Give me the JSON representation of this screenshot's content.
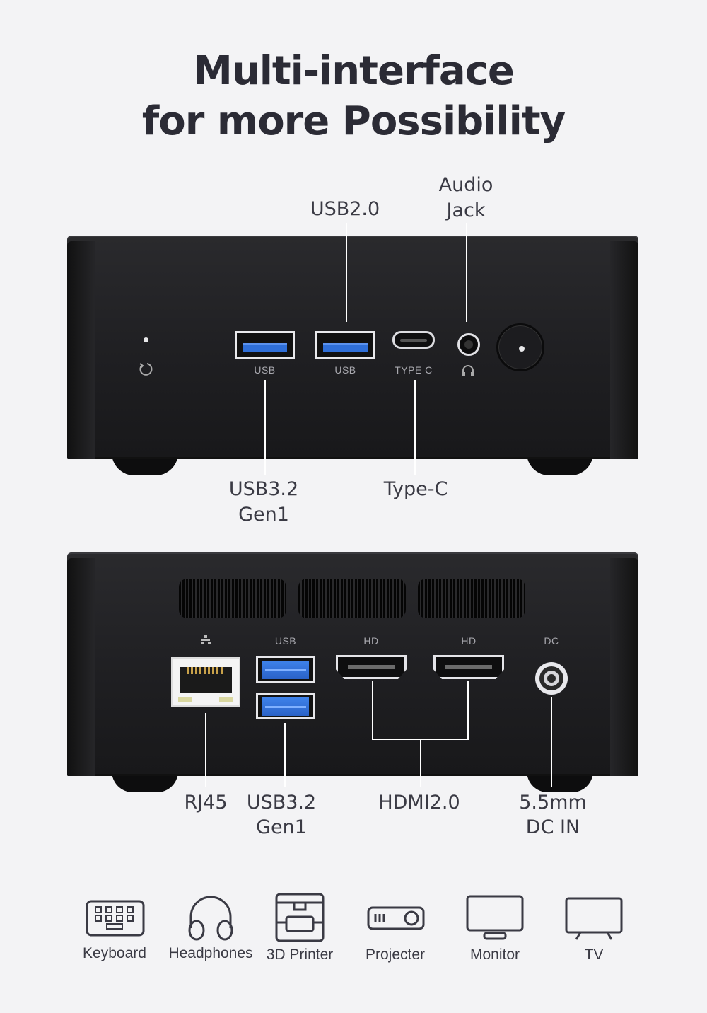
{
  "title": {
    "line1": "Multi-interface",
    "line2": "for more Possibility"
  },
  "front": {
    "callouts": {
      "usb20": "USB2.0",
      "audio_line1": "Audio",
      "audio_line2": "Jack",
      "usb32_line1": "USB3.2",
      "usb32_line2": "Gen1",
      "typec": "Type-C"
    },
    "port_labels": {
      "usb_a": "USB",
      "usb_b": "USB",
      "typec": "TYPE C"
    }
  },
  "back": {
    "callouts": {
      "rj45": "RJ45",
      "usb32_line1": "USB3.2",
      "usb32_line2": "Gen1",
      "hdmi": "HDMI2.0",
      "dc_line1": "5.5mm",
      "dc_line2": "DC IN"
    },
    "port_labels": {
      "usb": "USB",
      "hd1": "HD",
      "hd2": "HD",
      "dc": "DC"
    }
  },
  "devices": [
    {
      "label": "Keyboard",
      "icon": "keyboard-icon"
    },
    {
      "label": "Headphones",
      "icon": "headphones-icon"
    },
    {
      "label": "3D Printer",
      "icon": "3d-printer-icon"
    },
    {
      "label": "Projecter",
      "icon": "projector-icon"
    },
    {
      "label": "Monitor",
      "icon": "monitor-icon"
    },
    {
      "label": "TV",
      "icon": "tv-icon"
    }
  ],
  "colors": {
    "background": "#f3f3f5",
    "chassis": "#1f1f22",
    "usb3_blue": "#2f6fd8",
    "text": "#2e2e38"
  }
}
